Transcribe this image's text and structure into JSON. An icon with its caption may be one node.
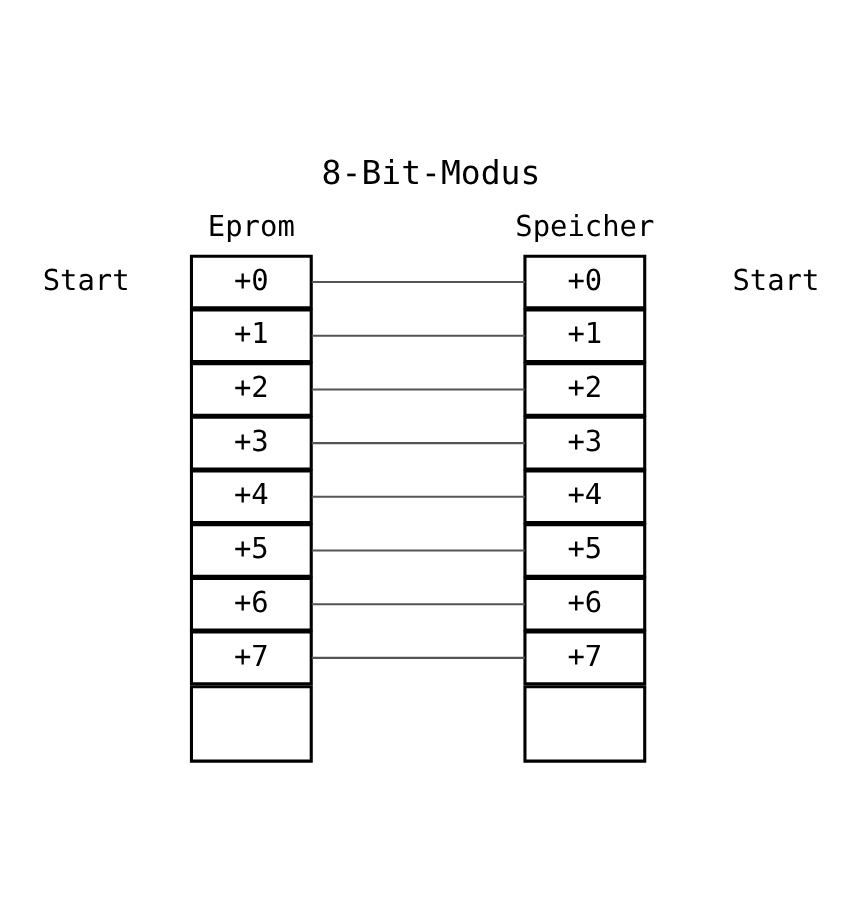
{
  "diagram": {
    "title": "8-Bit-Modus",
    "nodes": [
      {
        "text": [
          "+0"
        ],
        "beside": [
          "Start"
        ]
      },
      {
        "text": [
          "+1"
        ]
      },
      {
        "text": [
          "+2"
        ]
      },
      {
        "text": [
          "+3"
        ]
      },
      {
        "text": [
          "+4"
        ]
      },
      {
        "text": [
          "+5"
        ]
      },
      {
        "text": [
          "+6"
        ]
      },
      {
        "text": [
          "+7"
        ]
      },
      {
        "text": [],
        "shape": "box"
      },
      {
        "text": [
          "+0"
        ],
        "beside": [
          "Start"
        ]
      },
      {
        "text": [
          "+1"
        ]
      },
      {
        "text": [
          "+2"
        ]
      },
      {
        "text": [
          "+3"
        ]
      },
      {
        "text": [
          "+4"
        ]
      },
      {
        "text": [
          "+5"
        ]
      },
      {
        "text": [
          "+6"
        ]
      },
      {
        "text": [
          "+7"
        ]
      },
      {
        "text": [],
        "shape": "box"
      }
    ],
    "edges": [
      {
        "from": 0,
        "to": 9,
        "arrow": "none"
      },
      {
        "from": 1,
        "to": 10,
        "arrow": "none"
      },
      {
        "from": 2,
        "to": 11,
        "arrow": "none"
      },
      {
        "from": 3,
        "to": 12,
        "arrow": "none"
      },
      {
        "from": 4,
        "to": 13,
        "arrow": "none"
      },
      {
        "from": 5,
        "to": 14,
        "arrow": "none"
      },
      {
        "from": 6,
        "to": 15,
        "arrow": "none"
      },
      {
        "from": 7,
        "to": 16,
        "arrow": "none"
      }
    ],
    "labels": [
      "Eprom",
      "Speicher"
    ]
  }
}
